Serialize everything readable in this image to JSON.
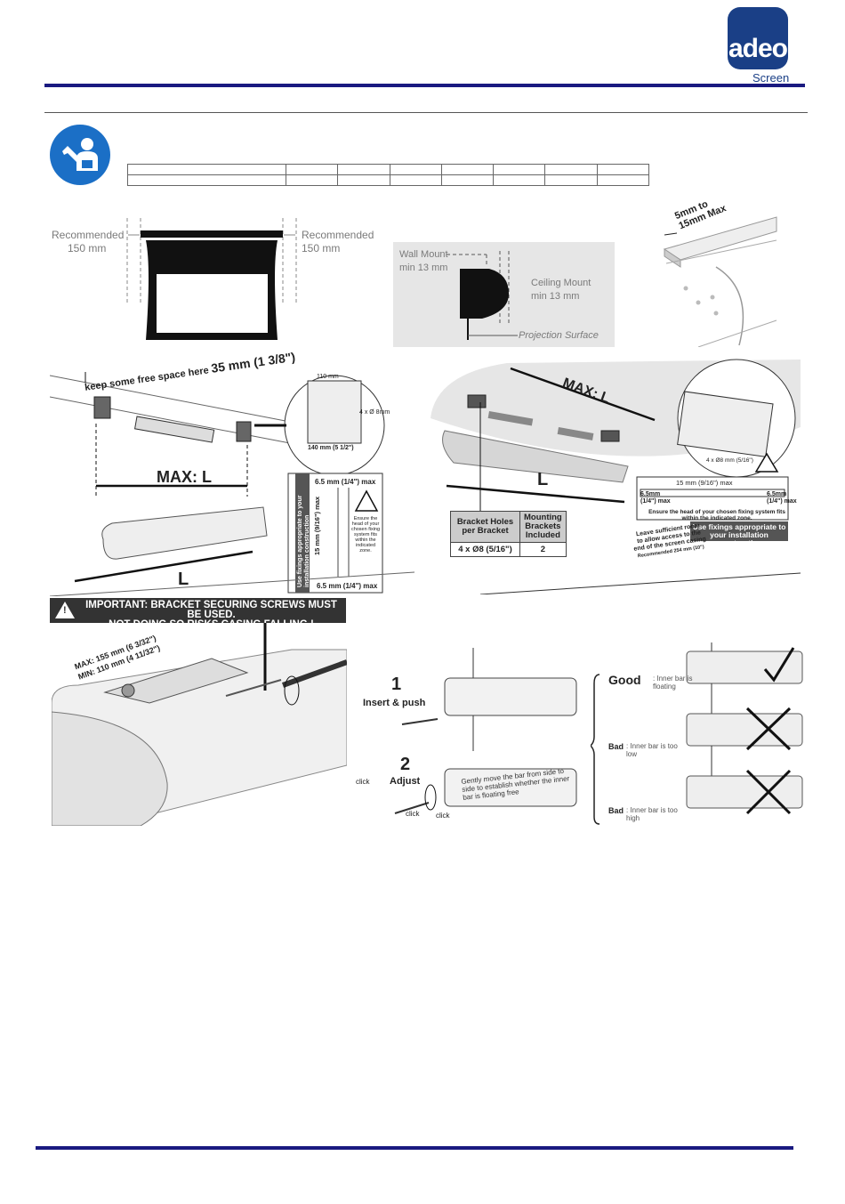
{
  "logo": {
    "text": "adeo",
    "sub": "Screen"
  },
  "recommended": {
    "left_label": "Recommended",
    "left_value": "150 mm",
    "right_label": "Recommended",
    "right_value": "150 mm"
  },
  "mount": {
    "wall_label": "Wall Mount",
    "wall_value": "min 13 mm",
    "ceiling_label": "Ceiling Mount",
    "ceiling_value": "min 13 mm",
    "surface_label": "Projection Surface"
  },
  "slot": {
    "range_line1": "5mm to",
    "range_line2": "15mm Max"
  },
  "wall_install": {
    "free_space": "keep some free space here",
    "free_value": "35 mm (1 3/8\")",
    "max_l": "MAX: L",
    "l_label": "L",
    "dim_top": "110 mm",
    "dim_hole": "4 x Ø 8mm",
    "dim_bottom": "140 mm (5 1/2\")",
    "gap_top": "6.5 mm (1/4\") max",
    "gap_mid": "15 mm (9/16\") max",
    "gap_bottom": "6.5 mm (1/4\") max",
    "fixing_note": "Ensure the head of your chosen fixing system fits within the indicated zone.",
    "side_note": "Use fixings appropriate to your installation construction"
  },
  "ceiling_install": {
    "max_l": "MAX: L",
    "l_label": "L",
    "dim_slot": "15 mm (9/16\") max",
    "dim_left": "6.5mm (1/4\") max",
    "dim_right": "6.5mm (1/4\") max",
    "dim_hole": "4 x Ø8 mm (5/16\")",
    "fixing_note": "Ensure the head of your chosen fixing system fits within the indicated zone.",
    "side_note": "Use fixings appropriate to your installation construction",
    "access_note_1": "Leave sufficient room",
    "access_note_2": "to allow access to the",
    "access_note_3": "end of the screen casing",
    "access_rec": "Recommended 254 mm (10\")",
    "table": {
      "col1": "Bracket Holes per Bracket",
      "col2": "Mounting Brackets Included",
      "val1": "4 x Ø8 (5/16\")",
      "val2": "2"
    }
  },
  "warning": {
    "line1": "IMPORTANT: BRACKET SECURING SCREWS MUST BE USED.",
    "line2": "NOT DOING SO RISKS CASING FALLING !"
  },
  "bracket_dims": {
    "max": "MAX: 155 mm (6 3/32\")",
    "min": "MIN: 110 mm (4 11/32\")"
  },
  "steps": {
    "s1_num": "1",
    "s1_label": "Insert & push",
    "s2_num": "2",
    "s2_label": "Adjust",
    "click": "click",
    "adjust_note": "Gently move the bar from side to side to establish whether the inner bar is floating free"
  },
  "states": {
    "good": "Good",
    "good_note": ": Inner bar is floating",
    "bad_low": "Bad",
    "bad_low_note": ": Inner bar is too low",
    "bad_high": "Bad",
    "bad_high_note": ": Inner bar is too high"
  }
}
